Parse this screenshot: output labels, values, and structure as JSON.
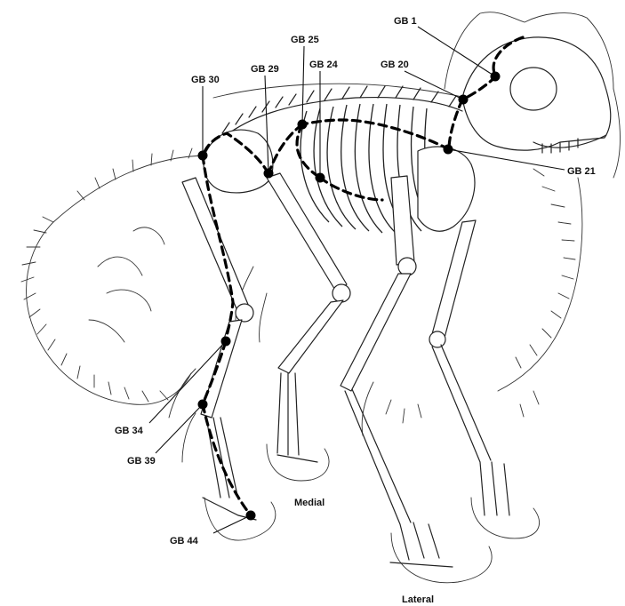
{
  "diagram": {
    "points": [
      {
        "id": "gb1",
        "label": "GB 1"
      },
      {
        "id": "gb20",
        "label": "GB 20"
      },
      {
        "id": "gb21",
        "label": "GB 21"
      },
      {
        "id": "gb24",
        "label": "GB 24"
      },
      {
        "id": "gb25",
        "label": "GB 25"
      },
      {
        "id": "gb29",
        "label": "GB 29"
      },
      {
        "id": "gb30",
        "label": "GB 30"
      },
      {
        "id": "gb34",
        "label": "GB 34"
      },
      {
        "id": "gb39",
        "label": "GB 39"
      },
      {
        "id": "gb44",
        "label": "GB 44"
      }
    ],
    "views": {
      "medial": "Medial",
      "lateral": "Lateral"
    }
  }
}
